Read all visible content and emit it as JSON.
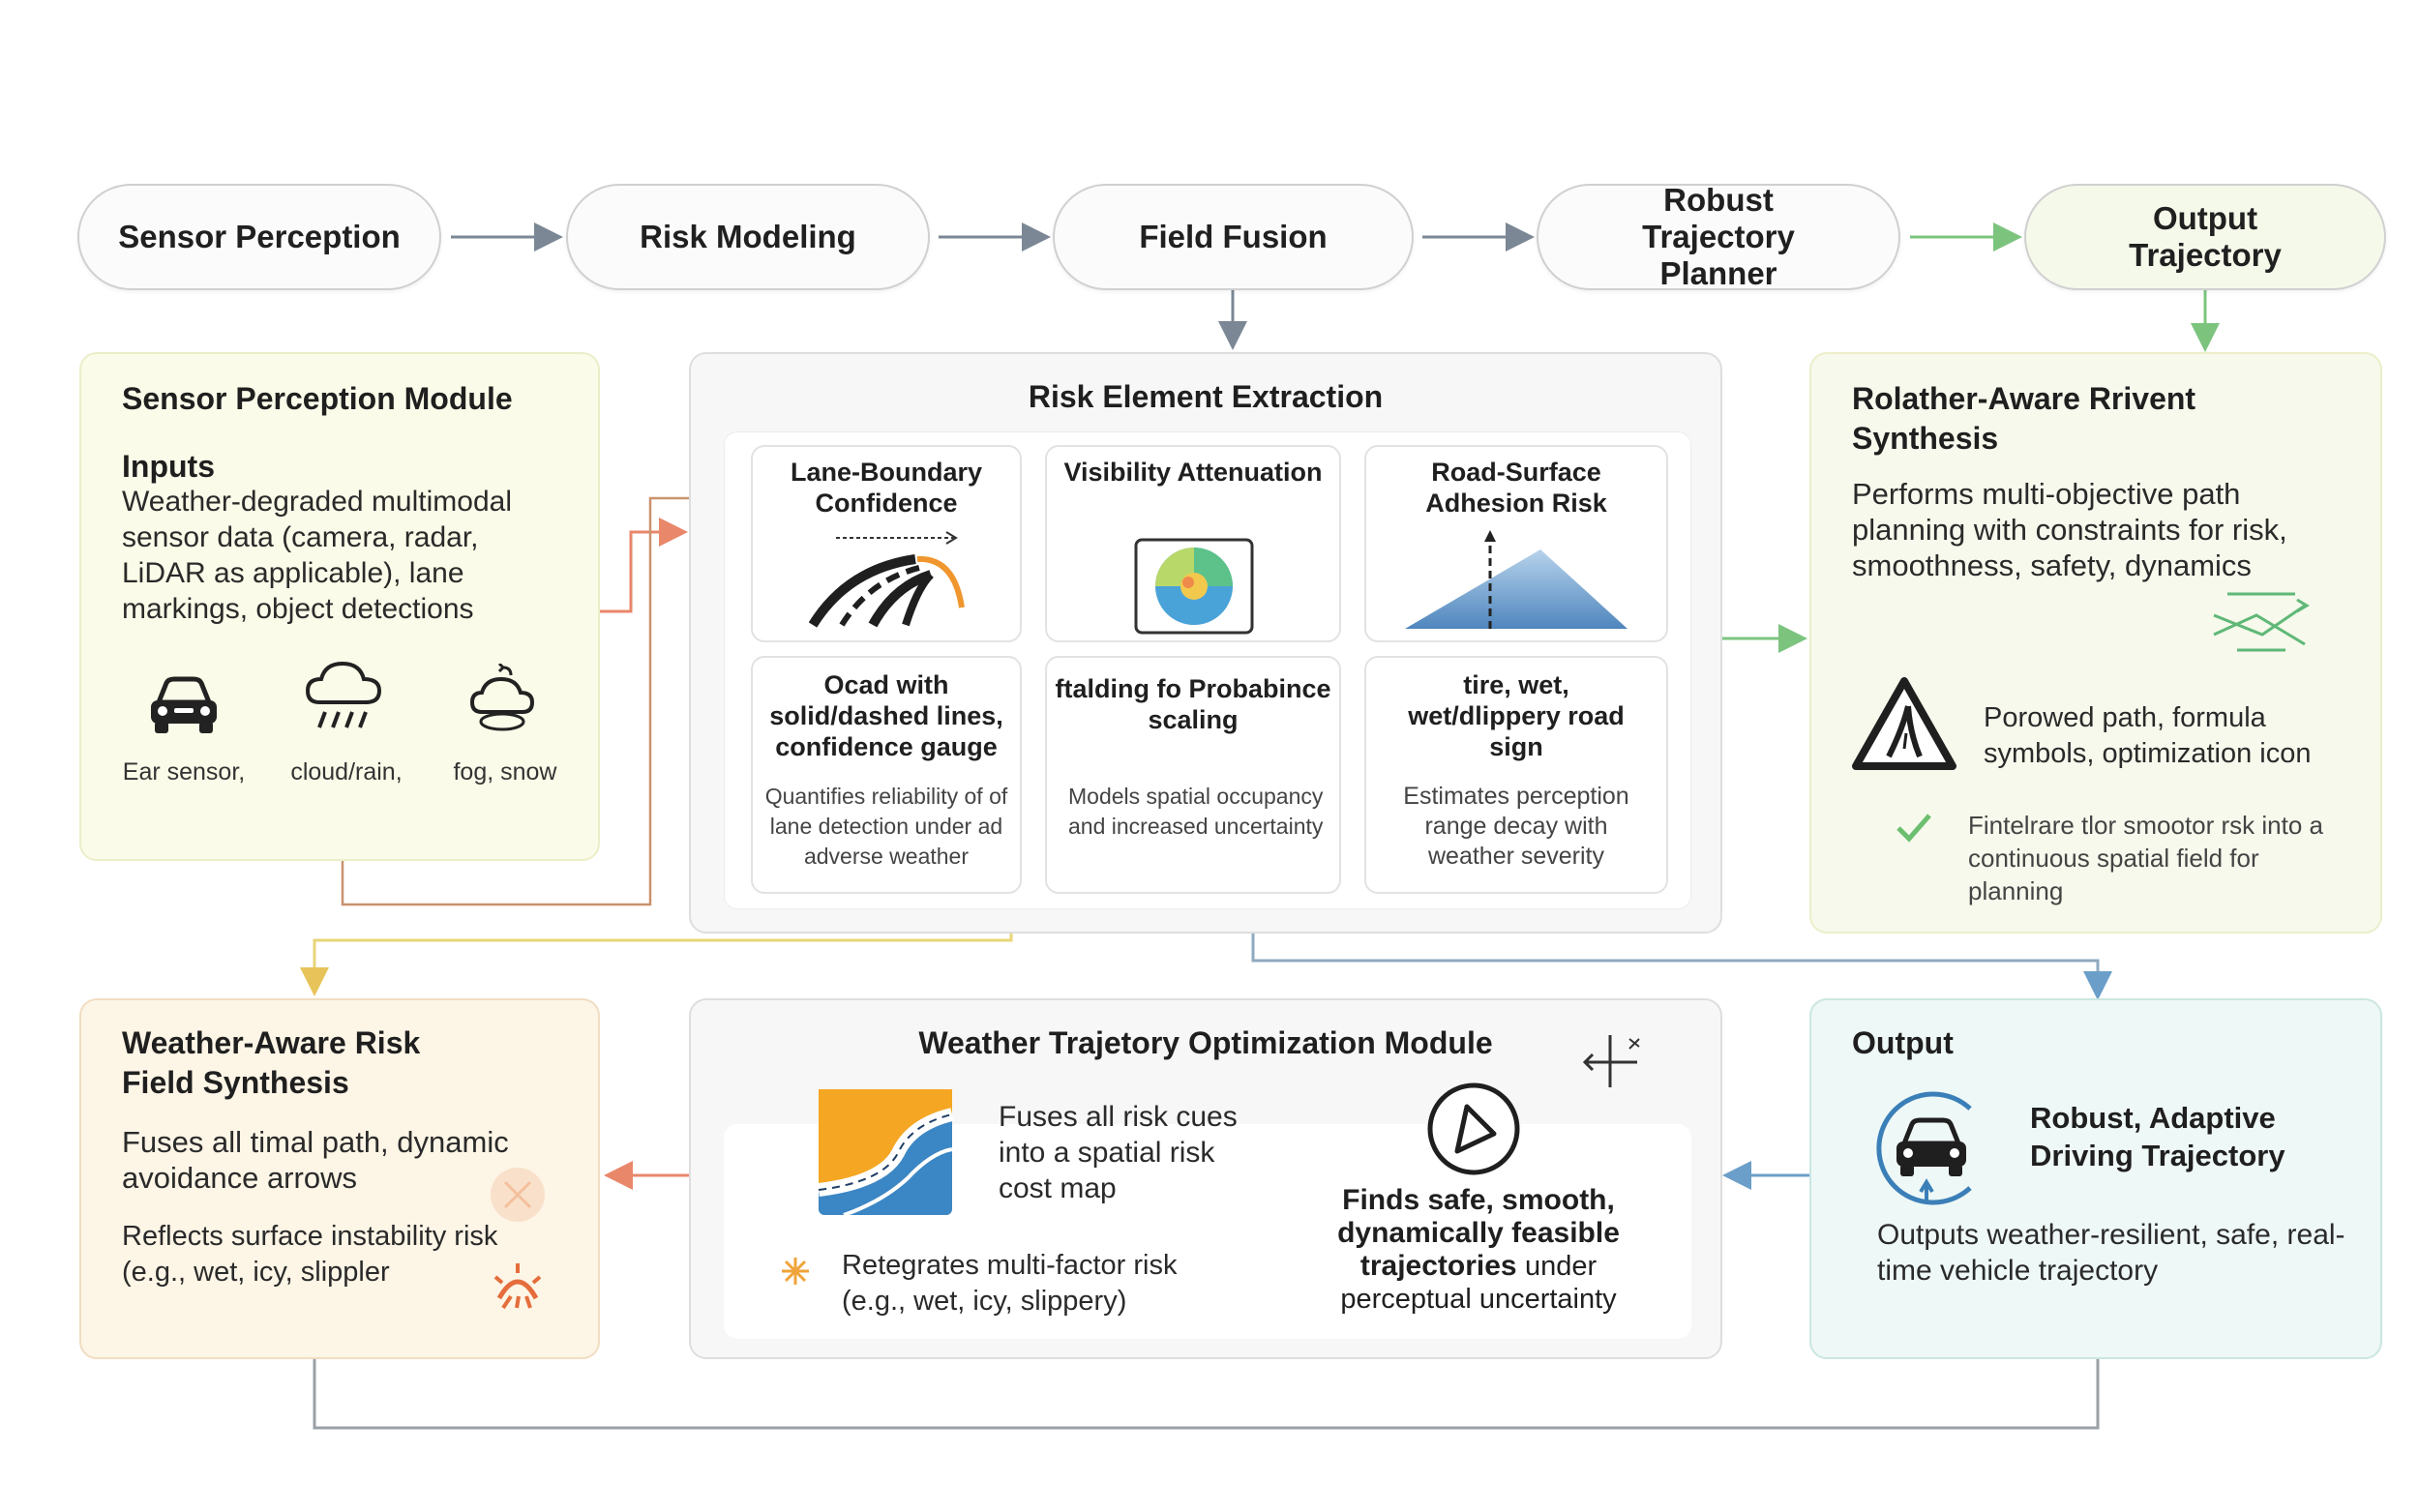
{
  "pipeline": {
    "sensor_perception": "Sensor Perception",
    "risk_modeling": "Risk Modeling",
    "field_fusion": "Field Fusion",
    "robust_planner": "Robust Trajectory Planner",
    "output_trajectory": "Output Trajectory"
  },
  "sensor_module": {
    "title": "Sensor Perception Module",
    "inputs_heading": "Inputs",
    "inputs_text": "Weather-degraded multimodal sensor data (camera, radar, LiDAR as applicable), lane markings, object detections",
    "icons": [
      {
        "icon": "car-icon",
        "label": "Ear sensor,"
      },
      {
        "icon": "cloud-rain-icon",
        "label": "cloud/rain,"
      },
      {
        "icon": "fog-snow-icon",
        "label": "fog, snow"
      }
    ]
  },
  "risk_extraction": {
    "title": "Risk Element Extraction",
    "cards": [
      {
        "title": "Lane-Boundary Confidence",
        "icon": "lane-road-icon"
      },
      {
        "title": "Visibility Attenuation",
        "icon": "visibility-heatmap-icon"
      },
      {
        "title": "Road-Surface Adhesion Risk",
        "icon": "adhesion-surface-icon"
      },
      {
        "title": "Ocad with solid/dashed lines, confidence gauge",
        "text": "Quantifies reliability of of lane detection under ad adverse weather"
      },
      {
        "title": "ftalding fo Probabince scaling",
        "text": "Models spatial occupancy and increased uncertainty"
      },
      {
        "title": "tire, wet, wet/dlippery road sign",
        "text": "Estimates perception range decay with weather severity"
      }
    ]
  },
  "planner_module": {
    "title": "Rolather-Aware Rrivent Synthesis",
    "text": "Performs multi-objective path planning with constraints for risk, smoothness, safety, dynamics",
    "icon_text": "Porowed path, formula symbols, optimization icon",
    "check_text": "Fintelrare tlor smootor rsk into a continuous spatial field for planning"
  },
  "risk_field_module": {
    "title": "Weather-Aware Risk Field Synthesis",
    "text1": "Fuses all timal path, dynamic avoidance arrows",
    "text2": "Reflects surface instability risk (e.g., wet, icy, slippler"
  },
  "optimization_module": {
    "title": "Weather Trajetory Optimization Module",
    "map_text": "Fuses all risk cues into a spatial risk cost map",
    "star_text": "Retegrates multi-factor risk (e.g., wet, icy, slippery)",
    "nav_bold": "Finds safe, smooth, dynamically feasible trajectories",
    "nav_rest": "under perceptual uncertainty"
  },
  "output_module": {
    "title": "Output",
    "headline": "Robust, Adaptive Driving Trajectory",
    "text": "Outputs weather-resilient, safe, real-time vehicle trajectory"
  },
  "colors": {
    "arrow_gray": "#7b8794",
    "arrow_green": "#7cc47e",
    "arrow_orange": "#e9876a",
    "arrow_blue": "#6b9fc9",
    "line_yellow": "#e8d577",
    "line_gray": "#9aa0a6"
  }
}
